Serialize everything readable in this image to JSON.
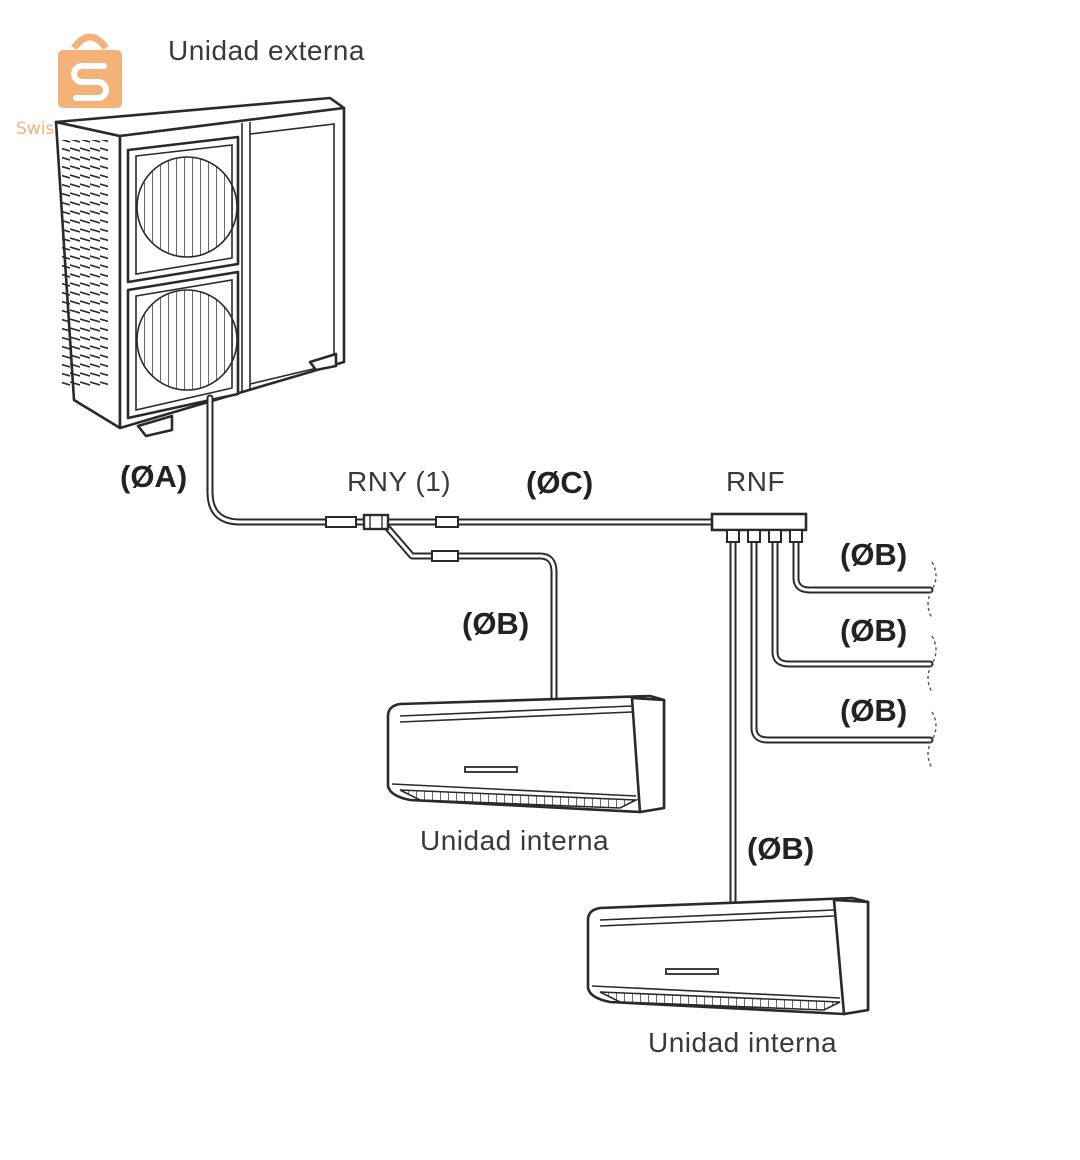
{
  "labels": {
    "outdoor_unit": "Unidad externa",
    "pipe_a": "(ØA)",
    "branch_rny": "RNY (1)",
    "pipe_c": "(ØC)",
    "header_rnf": "RNF",
    "pipe_b_indoor1": "(ØB)",
    "pipe_b_out1": "(ØB)",
    "pipe_b_out2": "(ØB)",
    "pipe_b_out3": "(ØB)",
    "pipe_b_indoor2": "(ØB)",
    "indoor_unit_1": "Unidad interna",
    "indoor_unit_2": "Unidad interna"
  },
  "watermark": {
    "text": "Swiss | سويس",
    "color": "#f2a560"
  },
  "colors": {
    "line": "#2a2a2a",
    "text": "#3a3a3a"
  }
}
